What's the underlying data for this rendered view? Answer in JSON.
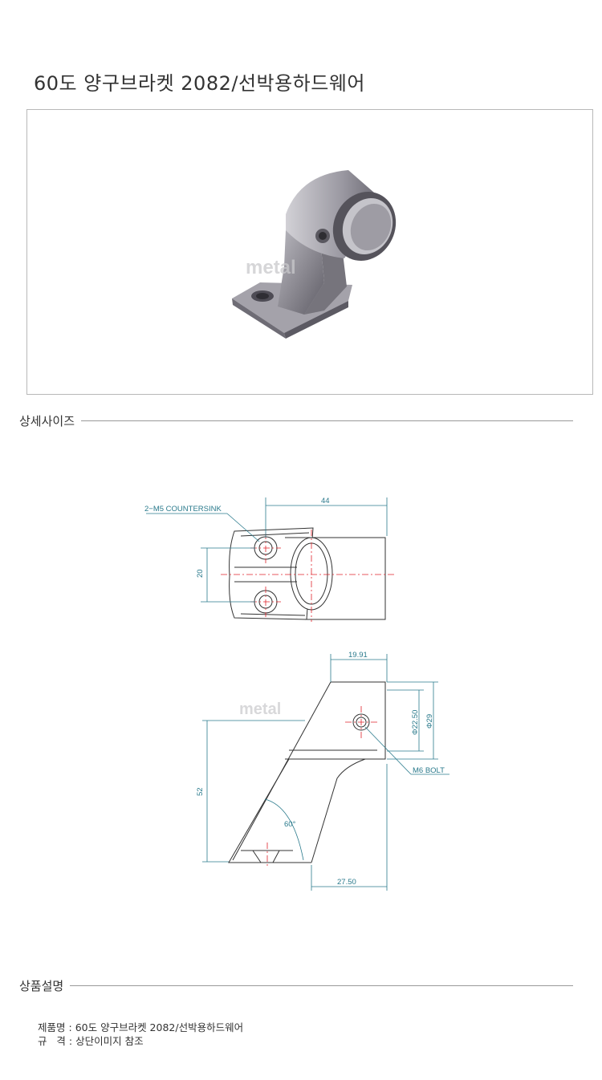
{
  "title": "60도 양구브라켓 2082/선박용하드웨어",
  "sections": {
    "size": "상세사이즈",
    "description": "상품설명"
  },
  "watermark": "metal",
  "drawing": {
    "countersink_label": "2−M5 COUNTERSINK",
    "dim_44": "44",
    "dim_20": "20",
    "dim_19_91": "19.91",
    "dim_22_50": "Φ22.50",
    "dim_29": "Φ29",
    "dim_52": "52",
    "angle": "60°",
    "dim_27_50": "27.50",
    "bolt_label": "M6 BOLT"
  },
  "info": {
    "name_key": "제품명",
    "name_value": "60도 양구브라켓 2082/선박용하드웨어",
    "spec_key": "규   격",
    "spec_value": "상단이미지 참조"
  },
  "colors": {
    "dimension": "#2a7a8c",
    "centerline": "#e0242b",
    "part": "#8e8c93"
  }
}
